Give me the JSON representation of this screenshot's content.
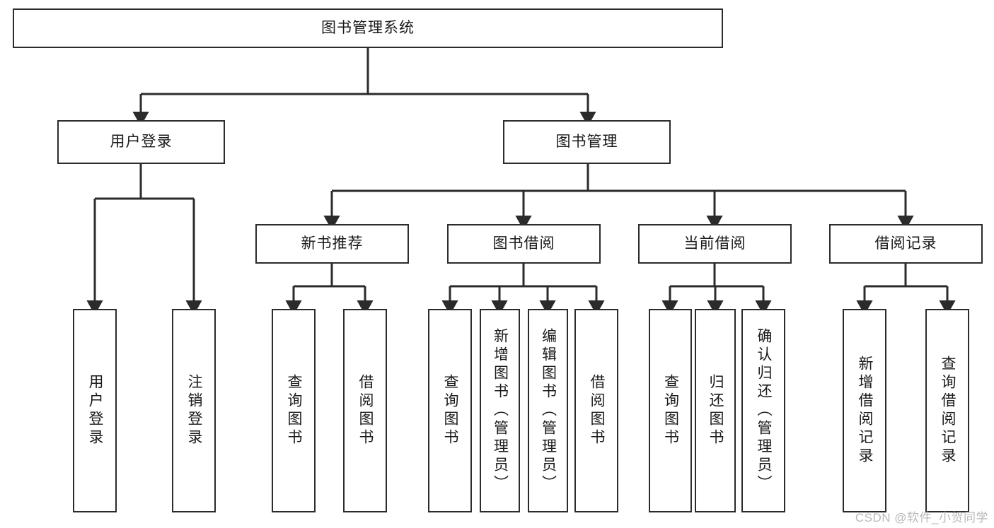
{
  "diagram": {
    "title": "图书管理系统",
    "type": "tree-hierarchy",
    "watermark": "CSDN @软件_小贺同学",
    "colors": {
      "stroke": "#2b2b2b",
      "fill": "#ffffff",
      "text": "#1a1a1a",
      "watermark": "#b9b9b9"
    },
    "root": {
      "label": "图书管理系统",
      "orientation": "horizontal"
    },
    "level2": [
      {
        "label": "用户登录",
        "orientation": "horizontal"
      },
      {
        "label": "图书管理",
        "orientation": "horizontal"
      }
    ],
    "level3": [
      {
        "label": "新书推荐",
        "orientation": "horizontal"
      },
      {
        "label": "图书借阅",
        "orientation": "horizontal"
      },
      {
        "label": "当前借阅",
        "orientation": "horizontal"
      },
      {
        "label": "借阅记录",
        "orientation": "horizontal"
      }
    ],
    "leaves": {
      "user_login": [
        {
          "label": "用户登录",
          "orientation": "vertical"
        },
        {
          "label": "注销登录",
          "orientation": "vertical"
        }
      ],
      "new_book_recommend": [
        {
          "label": "查询图书",
          "orientation": "vertical"
        },
        {
          "label": "借阅图书",
          "orientation": "vertical"
        }
      ],
      "book_borrow": [
        {
          "label": "查询图书",
          "orientation": "vertical"
        },
        {
          "label": "新增图书（管理员）",
          "orientation": "vertical"
        },
        {
          "label": "编辑图书（管理员）",
          "orientation": "vertical"
        },
        {
          "label": "借阅图书",
          "orientation": "vertical"
        }
      ],
      "current_borrow": [
        {
          "label": "查询图书",
          "orientation": "vertical"
        },
        {
          "label": "归还图书",
          "orientation": "vertical"
        },
        {
          "label": "确认归还（管理员）",
          "orientation": "vertical"
        }
      ],
      "borrow_record": [
        {
          "label": "新增借阅记录",
          "orientation": "vertical"
        },
        {
          "label": "查询借阅记录",
          "orientation": "vertical"
        }
      ]
    }
  }
}
